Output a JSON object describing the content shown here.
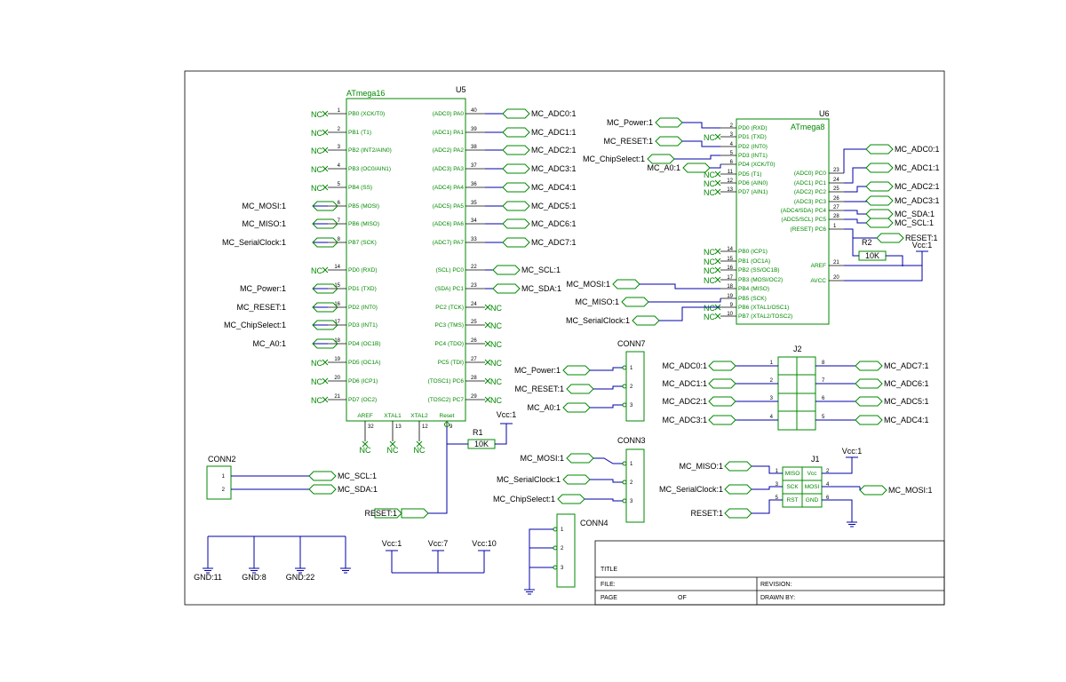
{
  "u5": {
    "ref": "U5",
    "part": "ATmega16",
    "left_pins": [
      {
        "num": "1",
        "label": "PB0 (XCK/T0)",
        "net": "NC"
      },
      {
        "num": "2",
        "label": "PB1 (T1)",
        "net": "NC"
      },
      {
        "num": "3",
        "label": "PB2 (INT2/AIN0)",
        "net": "NC"
      },
      {
        "num": "4",
        "label": "PB3 (OC0/AIN1)",
        "net": "NC"
      },
      {
        "num": "5",
        "label": "PB4 (SS)",
        "net": "NC"
      },
      {
        "num": "6",
        "label": "PB5 (MOSI)",
        "net": "MC_MOSI:1"
      },
      {
        "num": "7",
        "label": "PB6 (MISO)",
        "net": "MC_MISO:1"
      },
      {
        "num": "8",
        "label": "PB7 (SCK)",
        "net": "MC_SerialClock:1"
      },
      {
        "num": "14",
        "label": "PD0 (RXD)",
        "net": "NC"
      },
      {
        "num": "15",
        "label": "PD1 (TXD)",
        "net": "MC_Power:1"
      },
      {
        "num": "16",
        "label": "PD2 (INT0)",
        "net": "MC_RESET:1"
      },
      {
        "num": "17",
        "label": "PD3 (INT1)",
        "net": "MC_ChipSelect:1"
      },
      {
        "num": "18",
        "label": "PD4 (OC1B)",
        "net": "MC_A0:1"
      },
      {
        "num": "19",
        "label": "PD5 (OC1A)",
        "net": "NC"
      },
      {
        "num": "20",
        "label": "PD6 (ICP1)",
        "net": "NC"
      },
      {
        "num": "21",
        "label": "PD7 (OC2)",
        "net": "NC"
      }
    ],
    "right_pins": [
      {
        "num": "40",
        "label": "(ADC0) PA0",
        "net": "MC_ADC0:1"
      },
      {
        "num": "39",
        "label": "(ADC1) PA1",
        "net": "MC_ADC1:1"
      },
      {
        "num": "38",
        "label": "(ADC2) PA2",
        "net": "MC_ADC2:1"
      },
      {
        "num": "37",
        "label": "(ADC3) PA3",
        "net": "MC_ADC3:1"
      },
      {
        "num": "36",
        "label": "(ADC4) PA4",
        "net": "MC_ADC4:1"
      },
      {
        "num": "35",
        "label": "(ADC5) PA5",
        "net": "MC_ADC5:1"
      },
      {
        "num": "34",
        "label": "(ADC6) PA6",
        "net": "MC_ADC6:1"
      },
      {
        "num": "33",
        "label": "(ADC7) PA7",
        "net": "MC_ADC7:1"
      },
      {
        "num": "22",
        "label": "(SCL) PC0",
        "net": "MC_SCL:1"
      },
      {
        "num": "23",
        "label": "(SDA) PC1",
        "net": "MC_SDA:1"
      },
      {
        "num": "24",
        "label": "PC2 (TCK)",
        "net": "NC"
      },
      {
        "num": "25",
        "label": "PC3 (TMS)",
        "net": "NC"
      },
      {
        "num": "26",
        "label": "PC4 (TDO)",
        "net": "NC"
      },
      {
        "num": "27",
        "label": "PC5 (TDI)",
        "net": "NC"
      },
      {
        "num": "28",
        "label": "(TOSC1) PC6",
        "net": "NC"
      },
      {
        "num": "29",
        "label": "(TOSC2) PC7",
        "net": "NC"
      }
    ],
    "bottom_pins": [
      {
        "num": "32",
        "label": "AREF",
        "net": "NC"
      },
      {
        "num": "13",
        "label": "XTAL1",
        "net": "NC"
      },
      {
        "num": "12",
        "label": "XTAL2",
        "net": "NC"
      },
      {
        "num": "9",
        "label": "Reset",
        "net": ""
      }
    ]
  },
  "u6": {
    "ref": "U6",
    "part": "ATmega8",
    "left_pins_top": [
      {
        "num": "2",
        "label": "PD0 (RXD)",
        "net": ""
      },
      {
        "num": "3",
        "label": "PD1 (TXD)",
        "net": "NC"
      },
      {
        "num": "4",
        "label": "PD2 (INT0)",
        "net": ""
      },
      {
        "num": "5",
        "label": "PD3 (INT1)",
        "net": ""
      },
      {
        "num": "6",
        "label": "PD4 (XCK/T0)",
        "net": ""
      },
      {
        "num": "11",
        "label": "PD5 (T1)",
        "net": "NC"
      },
      {
        "num": "12",
        "label": "PD6 (AIN0)",
        "net": "NC"
      },
      {
        "num": "13",
        "label": "PD7 (AIN1)",
        "net": "NC"
      }
    ],
    "left_pins_bottom": [
      {
        "num": "14",
        "label": "PB0 (ICP1)",
        "net": "NC"
      },
      {
        "num": "15",
        "label": "PB1 (OC1A)",
        "net": "NC"
      },
      {
        "num": "16",
        "label": "PB2 (SS/OC1B)",
        "net": "NC"
      },
      {
        "num": "17",
        "label": "PB3 (MOSI/OC2)",
        "net": "NC"
      },
      {
        "num": "18",
        "label": "PB4 (MISO)",
        "net": ""
      },
      {
        "num": "19",
        "label": "PB5 (SCK)",
        "net": ""
      },
      {
        "num": "9",
        "label": "PB6 (XTAL1/OSC1)",
        "net": "NC"
      },
      {
        "num": "10",
        "label": "PB7 (XTAL2/TOSC2)",
        "net": "NC"
      }
    ],
    "right_pins": [
      {
        "num": "23",
        "label": "(ADC0) PC0"
      },
      {
        "num": "24",
        "label": "(ADC1) PC1"
      },
      {
        "num": "25",
        "label": "(ADC2) PC2"
      },
      {
        "num": "26",
        "label": "(ADC3) PC3"
      },
      {
        "num": "27",
        "label": "(ADC4/SDA) PC4"
      },
      {
        "num": "28",
        "label": "(ADC5/SCL) PC5"
      },
      {
        "num": "1",
        "label": "(RESET) PC6"
      }
    ],
    "power_pins": [
      {
        "num": "21",
        "label": "AREF"
      },
      {
        "num": "20",
        "label": "AVCC"
      }
    ],
    "left_nets": [
      "MC_Power:1",
      "MC_RESET:1",
      "MC_ChipSelect:1",
      "MC_A0:1"
    ],
    "left_bottom_nets": [
      "MC_MOSI:1",
      "MC_MISO:1",
      "MC_SerialClock:1"
    ],
    "right_nets": [
      "MC_ADC0:1",
      "MC_ADC1:1",
      "MC_ADC2:1",
      "MC_ADC3:1",
      "MC_SDA:1",
      "MC_SCL:1",
      "RESET:1"
    ],
    "nc": "NC"
  },
  "r1": {
    "ref": "R1",
    "value": "10K",
    "net_top": "Vcc:1",
    "net_reset": "RESET:1"
  },
  "r2": {
    "ref": "R2",
    "value": "10K",
    "net_top": "Vcc:1"
  },
  "conn7": {
    "ref": "CONN7",
    "pins": [
      "1",
      "2",
      "3"
    ],
    "nets": [
      "MC_Power:1",
      "MC_RESET:1",
      "MC_A0:1"
    ]
  },
  "conn3": {
    "ref": "CONN3",
    "pins": [
      "1",
      "2",
      "3"
    ],
    "nets": [
      "MC_MOSI:1",
      "MC_SerialClock:1",
      "MC_ChipSelect:1"
    ]
  },
  "conn4": {
    "ref": "CONN4",
    "pins": [
      "1",
      "2",
      "3"
    ]
  },
  "conn2": {
    "ref": "CONN2",
    "pins": [
      "1",
      "2"
    ],
    "nets": [
      "MC_SCL:1",
      "MC_SDA:1"
    ]
  },
  "j2": {
    "ref": "J2",
    "left_pins": [
      "1",
      "2",
      "3",
      "4"
    ],
    "right_pins": [
      "8",
      "7",
      "6",
      "5"
    ],
    "left_nets": [
      "MC_ADC0:1",
      "MC_ADC1:1",
      "MC_ADC2:1",
      "MC_ADC3:1"
    ],
    "right_nets": [
      "MC_ADC7:1",
      "MC_ADC6:1",
      "MC_ADC5:1",
      "MC_ADC4:1"
    ]
  },
  "j1": {
    "ref": "J1",
    "left_pins": [
      "1",
      "3",
      "5"
    ],
    "right_pins": [
      "2",
      "4",
      "6"
    ],
    "inner_left": [
      "MISO",
      "SCK",
      "RST"
    ],
    "inner_right": [
      "Vcc",
      "MOSI",
      "GND"
    ],
    "left_nets": [
      "MC_MISO:1",
      "MC_SerialClock:1",
      "RESET:1"
    ],
    "right_nets": [
      "Vcc:1",
      "MC_MOSI:1"
    ]
  },
  "grounds": [
    "GND:11",
    "GND:8",
    "GND:22"
  ],
  "vcc_nets": [
    "Vcc:1",
    "Vcc:7",
    "Vcc:10"
  ],
  "title_block": {
    "title": "TITLE",
    "file": "FILE:",
    "revision": "REVISION:",
    "page": "PAGE",
    "of": "OF",
    "drawn_by": "DRAWN BY:"
  },
  "colors": {
    "component": "#008800",
    "wire": "#0000aa",
    "text": "#000000"
  }
}
